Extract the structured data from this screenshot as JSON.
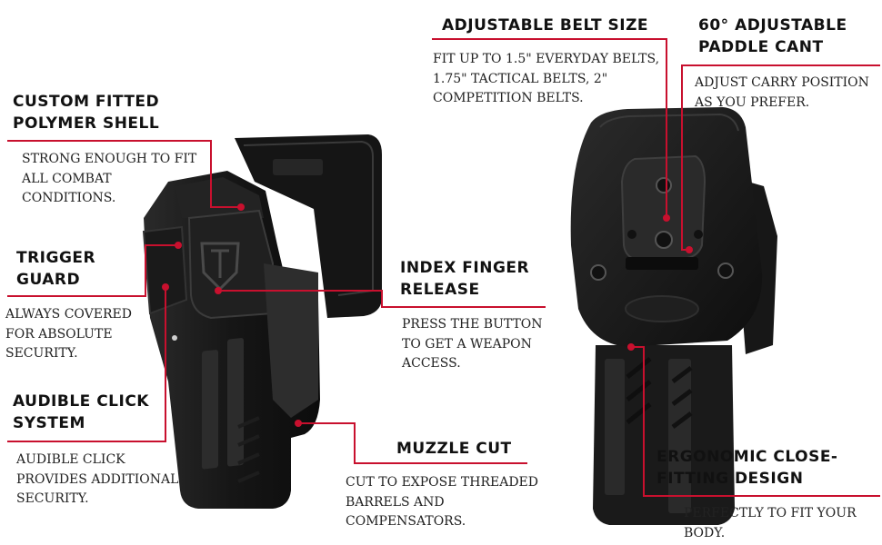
{
  "callouts": {
    "custom_fitted": {
      "title": "CUSTOM FITTED POLYMER SHELL",
      "desc": "STRONG ENOUGH TO FIT ALL COMBAT CONDITIONS."
    },
    "trigger_guard": {
      "title": "TRIGGER GUARD",
      "desc": "ALWAYS COVERED FOR ABSOLUTE SECURITY."
    },
    "audible_click": {
      "title": "AUDIBLE CLICK SYSTEM",
      "desc": "AUDIBLE CLICK PROVIDES ADDITIONAL SECURITY."
    },
    "index_finger": {
      "title": "INDEX FINGER RELEASE",
      "desc": "PRESS THE BUTTON TO GET A WEAPON ACCESS."
    },
    "muzzle_cut": {
      "title": "MUZZLE CUT",
      "desc": "CUT TO EXPOSE THREADED BARRELS AND COMPENSATORS."
    },
    "belt_size": {
      "title": "ADJUSTABLE BELT SIZE",
      "desc": "FIT UP TO 1.5\" EVERYDAY BELTS, 1.75\" TACTICAL BELTS, 2\" COMPETITION BELTS."
    },
    "paddle_cant": {
      "title": "60° ADJUSTABLE PADDLE CANT",
      "desc": "ADJUST CARRY POSITION AS YOU PREFER."
    },
    "ergonomic": {
      "title": "ERGONOMIC CLOSE-FITTING DESIGN",
      "desc": "PERFECTLY TO FIT YOUR BODY."
    }
  },
  "colors": {
    "accent": "#c8102e",
    "product": "#1c1c1c"
  },
  "icons": {
    "logo": "tt-shield-logo"
  }
}
